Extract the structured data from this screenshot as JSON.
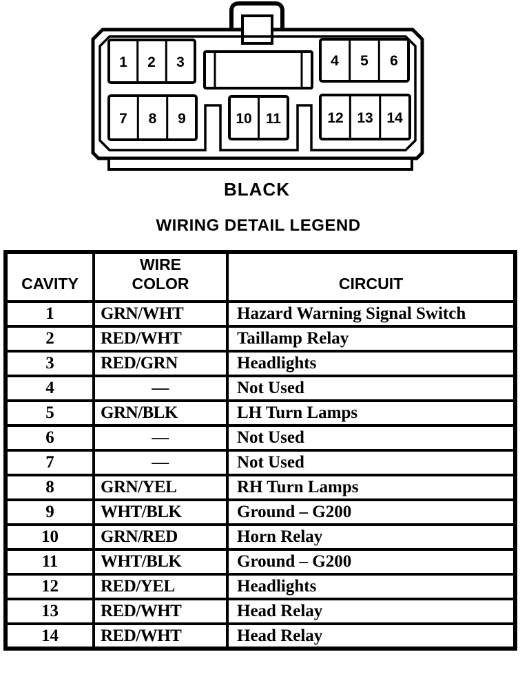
{
  "colors": {
    "ink": "#000000",
    "paper": "#ffffff"
  },
  "connector": {
    "label": "BLACK",
    "cavities": [
      "1",
      "2",
      "3",
      "4",
      "5",
      "6",
      "7",
      "8",
      "9",
      "10",
      "11",
      "12",
      "13",
      "14"
    ]
  },
  "legend": {
    "title": "WIRING DETAIL LEGEND",
    "header": {
      "cavity": "CAVITY",
      "wire_line1": "WIRE",
      "wire_line2": "COLOR",
      "circuit": "CIRCUIT"
    },
    "rows": [
      {
        "cavity": "1",
        "wire_color": "GRN/WHT",
        "circuit": "Hazard Warning Signal Switch"
      },
      {
        "cavity": "2",
        "wire_color": "RED/WHT",
        "circuit": "Taillamp Relay"
      },
      {
        "cavity": "3",
        "wire_color": "RED/GRN",
        "circuit": "Headlights"
      },
      {
        "cavity": "4",
        "wire_color": "—",
        "circuit": "Not Used"
      },
      {
        "cavity": "5",
        "wire_color": "GRN/BLK",
        "circuit": "LH Turn Lamps"
      },
      {
        "cavity": "6",
        "wire_color": "—",
        "circuit": "Not Used"
      },
      {
        "cavity": "7",
        "wire_color": "—",
        "circuit": "Not Used"
      },
      {
        "cavity": "8",
        "wire_color": "GRN/YEL",
        "circuit": "RH Turn Lamps"
      },
      {
        "cavity": "9",
        "wire_color": "WHT/BLK",
        "circuit": "Ground – G200"
      },
      {
        "cavity": "10",
        "wire_color": "GRN/RED",
        "circuit": "Horn Relay"
      },
      {
        "cavity": "11",
        "wire_color": "WHT/BLK",
        "circuit": "Ground – G200"
      },
      {
        "cavity": "12",
        "wire_color": "RED/YEL",
        "circuit": "Headlights"
      },
      {
        "cavity": "13",
        "wire_color": "RED/WHT",
        "circuit": "Head Relay"
      },
      {
        "cavity": "14",
        "wire_color": "RED/WHT",
        "circuit": "Head Relay"
      }
    ]
  }
}
